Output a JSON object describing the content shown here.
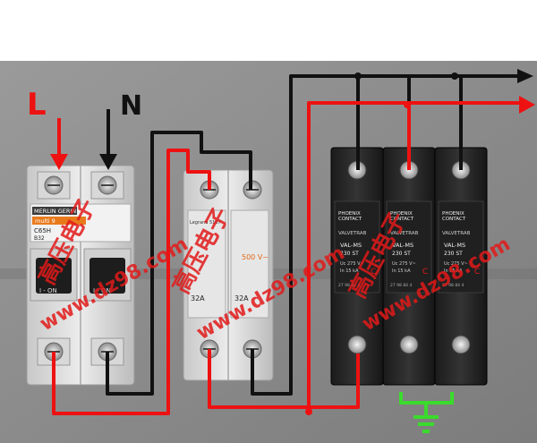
{
  "labels": {
    "phase": "L",
    "neutral": "N"
  },
  "breaker": {
    "brand": "MERLIN GERIN",
    "series": "multi 9",
    "model": "C65H",
    "rating": "B32",
    "pole1_switch": "I - ON",
    "pole2_switch": "I - ON"
  },
  "fuse_holder": {
    "brand": "Legrand 5107",
    "voltage": "500 V~",
    "current_left": "32A",
    "current_right": "32A"
  },
  "spd": {
    "brand_line1": "PHOENIX",
    "brand_line2": "CONTACT",
    "series": "VALVETRAB",
    "model": "VAL-MS",
    "voltage": "230 ST",
    "uc": "Uc 275 V~",
    "in": "In 15 kA",
    "class": "C",
    "part": "27 98 84 4"
  },
  "watermark": {
    "cn": "高压电子",
    "url": "www.dz98.com"
  },
  "colors": {
    "wire_red": "#ee1111",
    "wire_black": "#111111",
    "ground_green": "#3adb2c",
    "background": "#8e8e8e",
    "watermark": "#e21a1a"
  }
}
